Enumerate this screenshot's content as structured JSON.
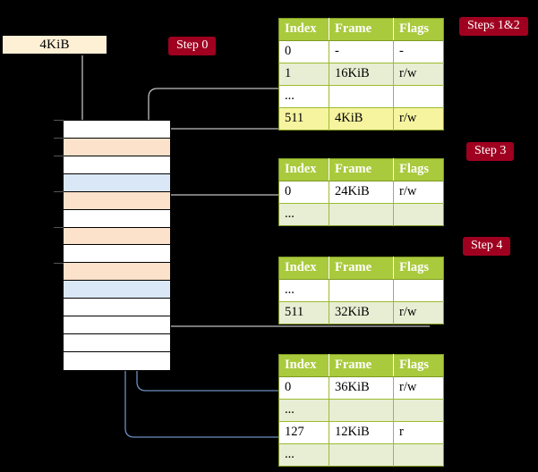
{
  "colors": {
    "background": "#000000",
    "badge_bg": "#a00020",
    "badge_text": "#ffffff",
    "table_header_bg": "#a9ca3c",
    "table_alt_row_bg": "#e8eed4",
    "table_highlight_bg": "#f7f4a0",
    "source_box_bg": "#fdf0d5",
    "memory_peach": "#fce1cb",
    "memory_blue": "#dae7f6",
    "gray_wire": "#b8b8b8",
    "blue_wire": "#6b8fc0"
  },
  "source_box": {
    "label": "4KiB"
  },
  "badges": [
    {
      "id": "step-0",
      "label": "Step 0"
    },
    {
      "id": "steps-1-2",
      "label": "Steps 1&2"
    },
    {
      "id": "step-3",
      "label": "Step 3"
    },
    {
      "id": "step-4",
      "label": "Step 4"
    }
  ],
  "tables": [
    {
      "id": "page-table-1",
      "headers": [
        "Index",
        "Frame",
        "Flags"
      ],
      "rows": [
        {
          "cells": [
            "0",
            "-",
            "-"
          ],
          "style": "plain"
        },
        {
          "cells": [
            "1",
            "16KiB",
            "r/w"
          ],
          "style": "alt"
        },
        {
          "cells": [
            "...",
            "",
            ""
          ],
          "style": "plain"
        },
        {
          "cells": [
            "511",
            "4KiB",
            "r/w"
          ],
          "style": "hl"
        }
      ]
    },
    {
      "id": "page-table-2",
      "headers": [
        "Index",
        "Frame",
        "Flags"
      ],
      "rows": [
        {
          "cells": [
            "0",
            "24KiB",
            "r/w"
          ],
          "style": "plain"
        },
        {
          "cells": [
            "...",
            "",
            ""
          ],
          "style": "alt"
        }
      ]
    },
    {
      "id": "page-table-3",
      "headers": [
        "Index",
        "Frame",
        "Flags"
      ],
      "rows": [
        {
          "cells": [
            "...",
            "",
            ""
          ],
          "style": "plain"
        },
        {
          "cells": [
            "511",
            "32KiB",
            "r/w"
          ],
          "style": "alt"
        }
      ]
    },
    {
      "id": "page-table-4",
      "headers": [
        "Index",
        "Frame",
        "Flags"
      ],
      "rows": [
        {
          "cells": [
            "0",
            "36KiB",
            "r/w"
          ],
          "style": "plain"
        },
        {
          "cells": [
            "...",
            "",
            ""
          ],
          "style": "alt"
        },
        {
          "cells": [
            "127",
            "12KiB",
            "r"
          ],
          "style": "plain"
        },
        {
          "cells": [
            "...",
            "",
            ""
          ],
          "style": "alt"
        }
      ]
    }
  ],
  "memory_column": {
    "rows": [
      {
        "fill": "white"
      },
      {
        "fill": "peach"
      },
      {
        "fill": "white"
      },
      {
        "fill": "blue"
      },
      {
        "fill": "peach"
      },
      {
        "fill": "white"
      },
      {
        "fill": "peach"
      },
      {
        "fill": "white"
      },
      {
        "fill": "peach"
      },
      {
        "fill": "blue"
      },
      {
        "fill": "white"
      },
      {
        "fill": "white"
      },
      {
        "fill": "white"
      },
      {
        "fill": "white"
      }
    ]
  }
}
